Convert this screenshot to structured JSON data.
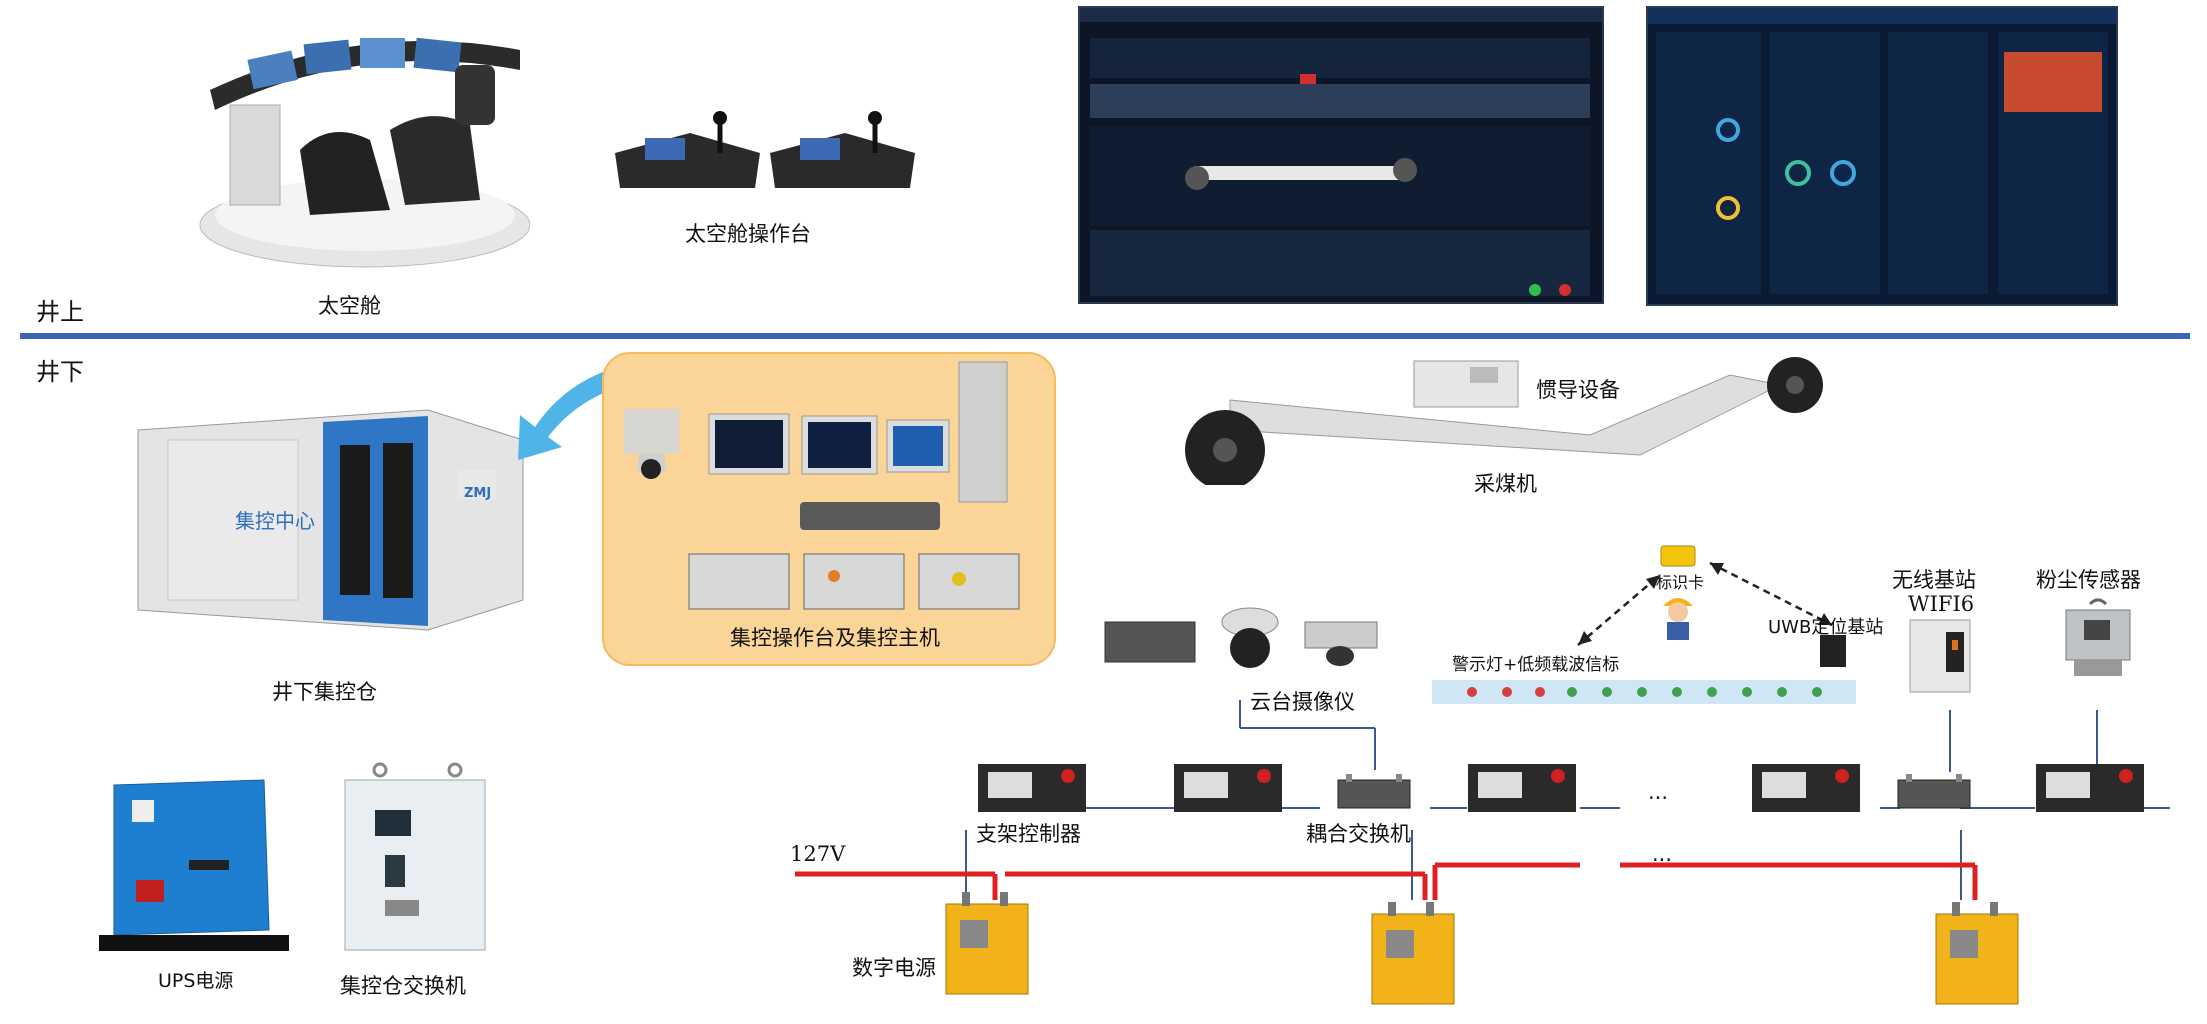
{
  "zones": {
    "above": "井上",
    "below": "井下"
  },
  "surface": {
    "capsule": "太空舱",
    "capsule_console": "太空舱操作台"
  },
  "underground": {
    "control_cabin": "井下集控仓",
    "control_console": "集控操作台及集控主机",
    "capsule_cabin_sign": "集控中心",
    "cabin_brand": "ZMJ",
    "ups": "UPS电源",
    "cabin_switch": "集控仓交换机",
    "inertial": "惯导设备",
    "shearer": "采煤机",
    "id_card": "标识卡",
    "uwb": "UWB定位基站",
    "warning_light": "警示灯+低频载波信标",
    "ptz_camera": "云台摄像仪",
    "wireless_station": "无线基站",
    "wifi": "WIFI6",
    "dust_sensor": "粉尘传感器",
    "support_controller": "支架控制器",
    "coupling_switch": "耦合交换机",
    "voltage": "127V",
    "digital_power": "数字电源",
    "ellipsis_top": "···",
    "ellipsis_bottom": "···"
  },
  "colors": {
    "divider": "#3a63b5",
    "power_line": "#e02020",
    "network_line": "#3a5a8a",
    "panel_bg": "#fbd598",
    "psu_yellow": "#f2b21a",
    "ups_blue": "#1e7fd0",
    "cabin_blue": "#2f77c4"
  }
}
